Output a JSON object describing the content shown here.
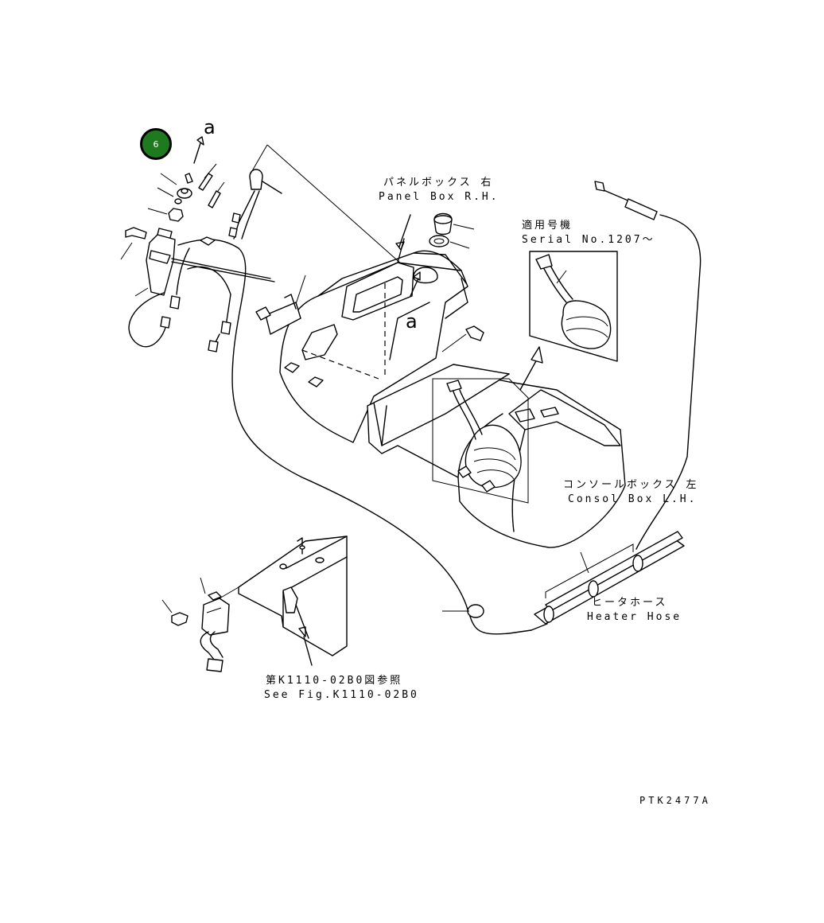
{
  "diagram": {
    "callouts": [
      {
        "number": "6",
        "color": "#1f7a1f"
      }
    ],
    "labels": {
      "panel_box_jp": "パネルボックス 右",
      "panel_box_en": "Panel Box R.H.",
      "serial_jp": "適用号機",
      "serial_en": "Serial No.1207～",
      "console_box_jp": "コンソールボックス 左",
      "console_box_en": "Consol Box L.H.",
      "heater_hose_jp": "ヒータホース",
      "heater_hose_en": "Heater Hose",
      "see_fig_jp": "第K1110-02B0図参照",
      "see_fig_en": "See Fig.K1110-02B0",
      "ref_a_top": "a",
      "ref_a_panel": "a",
      "drawing_code": "PTK2477A"
    }
  }
}
